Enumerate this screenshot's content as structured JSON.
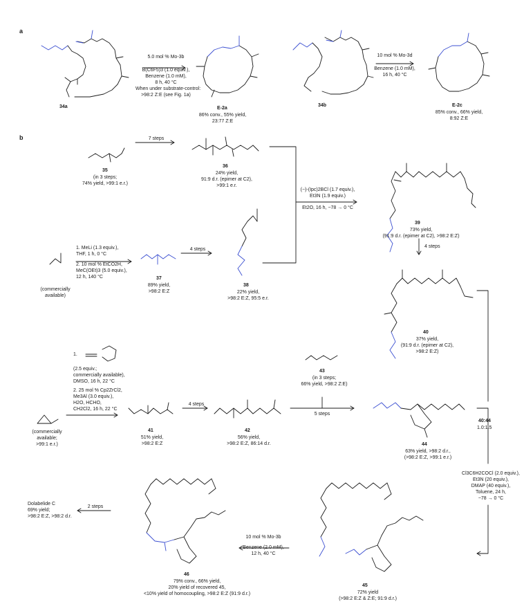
{
  "panels": {
    "a": "a",
    "b": "b"
  },
  "colors": {
    "ink": "#1a1a1a",
    "highlight": "#3b4fd1"
  },
  "panel_a": {
    "left": {
      "substrate": "34a",
      "conditions": [
        "5.0 mol % Mo-3b",
        "B(C6F5)3 (1.0 equiv.),",
        "Benzene (1.0 mM),",
        "8 h, 40 °C",
        "When under substrate-control:",
        ">98:2 Z:E  (see Fig. 1a)"
      ],
      "product": "E-2a",
      "result": [
        "86% conv., 55% yield,",
        "23:77 Z:E"
      ]
    },
    "right": {
      "substrate": "34b",
      "conditions": [
        "10 mol % Mo-3d",
        "Benzene (1.0 mM),",
        "16 h, 40 °C"
      ],
      "product": "E-2c",
      "result": [
        "85% conv., 66% yield,",
        "8:92 Z:E"
      ]
    }
  },
  "panel_b": {
    "c35": {
      "id": "35",
      "notes": [
        "(in 3 steps;",
        "74% yield, >99:1 e.r.)"
      ]
    },
    "step_35_36": "7 steps",
    "c36": {
      "id": "36",
      "notes": [
        "24% yield,",
        "91:9 d.r. (epimer at C2),",
        ">99:1 e.r."
      ]
    },
    "aldehyde_note": [
      "(commercially",
      "available)"
    ],
    "conditions_37": [
      "1. MeLi (1.3 equiv.),",
      "THF, 1 h, 0 °C",
      "2. 10 mol % EtCO2H,",
      "MeC(OEt)3 (5.0 equiv.),",
      "12 h, 140 °C"
    ],
    "c37": {
      "id": "37",
      "notes": [
        "89% yield,",
        ">98:2 E:Z"
      ]
    },
    "step_37_38": "4 steps",
    "c38": {
      "id": "38",
      "notes": [
        "22% yield,",
        ">98:2 E:Z, 95:5 e.r."
      ]
    },
    "aldol_conditions": [
      "(−)-(Ipc)2BCl (1.7 equiv.),",
      "Et3N (1.9 equiv.)",
      "Et2O, 16 h, −78 → 0 °C"
    ],
    "c39": {
      "id": "39",
      "notes": [
        "73% yield,",
        "(91:9 d.r. (epimer at C2), >98:2 E:Z)"
      ]
    },
    "step_39_40": "4 steps",
    "c40": {
      "id": "40",
      "notes": [
        "37% yield,",
        "(91:9 d.r. (epimer at C2),",
        ">98:2 E:Z)"
      ]
    },
    "conditions_41": [
      "1.",
      "(2.5 equiv.;",
      "commercially available),",
      "DMSO, 16 h, 22 °C",
      "2. 25 mol % Cp2ZrCl2,",
      "Me3Al (3.0 equiv.),",
      "H2O, HCHO,",
      "CH2Cl2, 16 h, 22 °C"
    ],
    "epoxide_note": [
      "(commercially",
      "available;",
      ">99:1 e.r.)"
    ],
    "c41": {
      "id": "41",
      "notes": [
        "51% yield,",
        ">98:2 E:Z"
      ]
    },
    "step_41_42": "4 steps",
    "c42": {
      "id": "42",
      "notes": [
        "56% yield,",
        ">98:2 E:Z, 86:14 d.r."
      ]
    },
    "c43": {
      "id": "43",
      "notes": [
        "(in 3 steps;",
        "66% yield, >98:2 Z:E)"
      ]
    },
    "step_42_44": "5 steps",
    "c44": {
      "id": "44",
      "notes": [
        "63% yield, >98:2 d.r.,",
        "(>98:2 E:Z, >99:1 e.r.)"
      ]
    },
    "ratio": {
      "label": "40:44",
      "value": "1.0:1.5"
    },
    "esterification": [
      "Cl3C6H2COCl (2.0 equiv.),",
      "Et3N (20 equiv.),",
      "DMAP (40 equiv.),",
      "Toluene, 24 h,",
      "−78 → 0 °C"
    ],
    "c45": {
      "id": "45",
      "notes": [
        "72% yield",
        "(>98:2 E:Z & Z:E; 91:9 d.r.)"
      ]
    },
    "rcm_conditions": [
      "10 mol % Mo-3b",
      "Benzene (2.0 mM),",
      "12 h, 40 °C"
    ],
    "c46": {
      "id": "46",
      "notes": [
        "79% conv., 66% yield,",
        "20% yield of recovered 45,",
        "<10% yield of homocoupling, >98:2 E:Z (91:9 d.r.)"
      ]
    },
    "step_46_final": "2 steps",
    "final": [
      "Dolabelide C",
      "69% yield;",
      ">98:2 E:Z, >98:2 d.r."
    ]
  }
}
